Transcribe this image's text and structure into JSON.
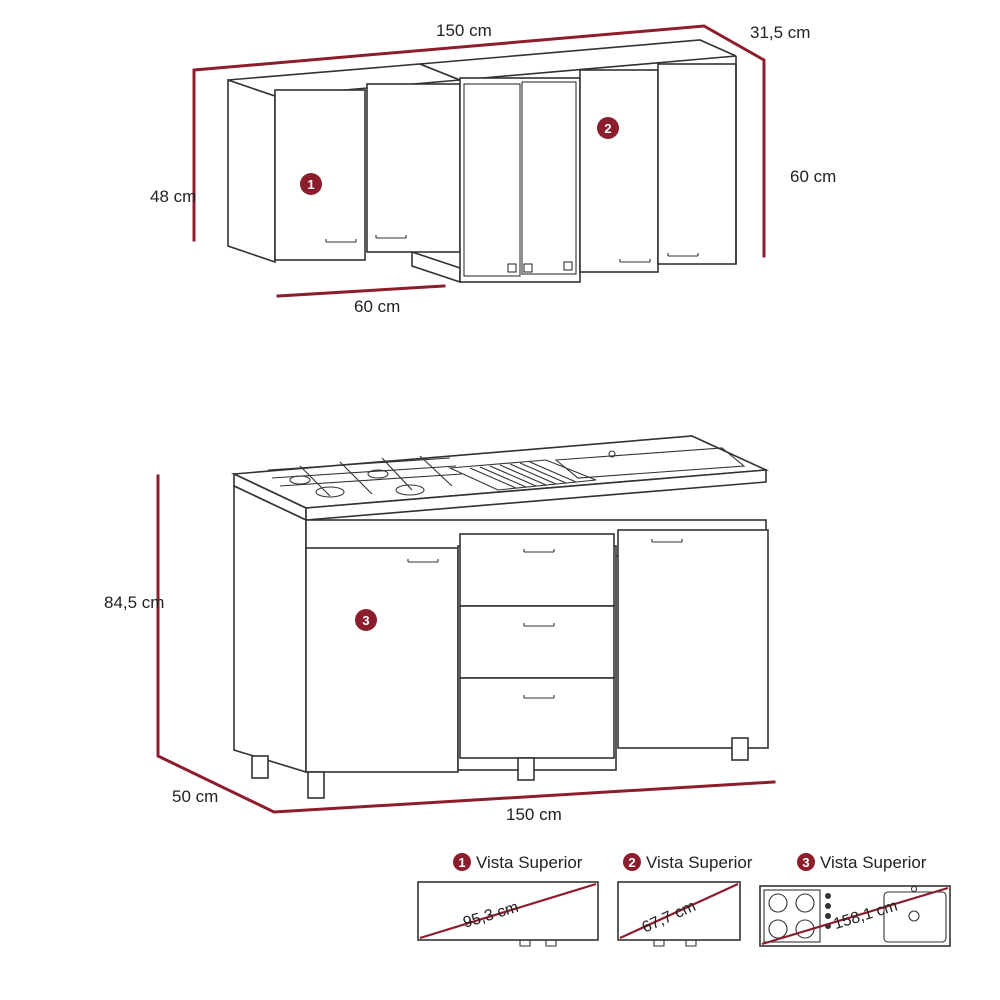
{
  "accent_color": "#8c1d2c",
  "upper_cabinet": {
    "width": "150 cm",
    "depth": "31,5 cm",
    "height_right": "60 cm",
    "height_left": "48 cm",
    "section_width": "60 cm",
    "badge_1": "1",
    "badge_2": "2"
  },
  "lower_cabinet": {
    "height": "84,5 cm",
    "depth": "50 cm",
    "width": "150 cm",
    "badge_3": "3"
  },
  "top_views": [
    {
      "badge": "1",
      "title": "Vista Superior",
      "diagonal": "95,3 cm"
    },
    {
      "badge": "2",
      "title": "Vista Superior",
      "diagonal": "67,7 cm"
    },
    {
      "badge": "3",
      "title": "Vista Superior",
      "diagonal": "158,1 cm"
    }
  ]
}
